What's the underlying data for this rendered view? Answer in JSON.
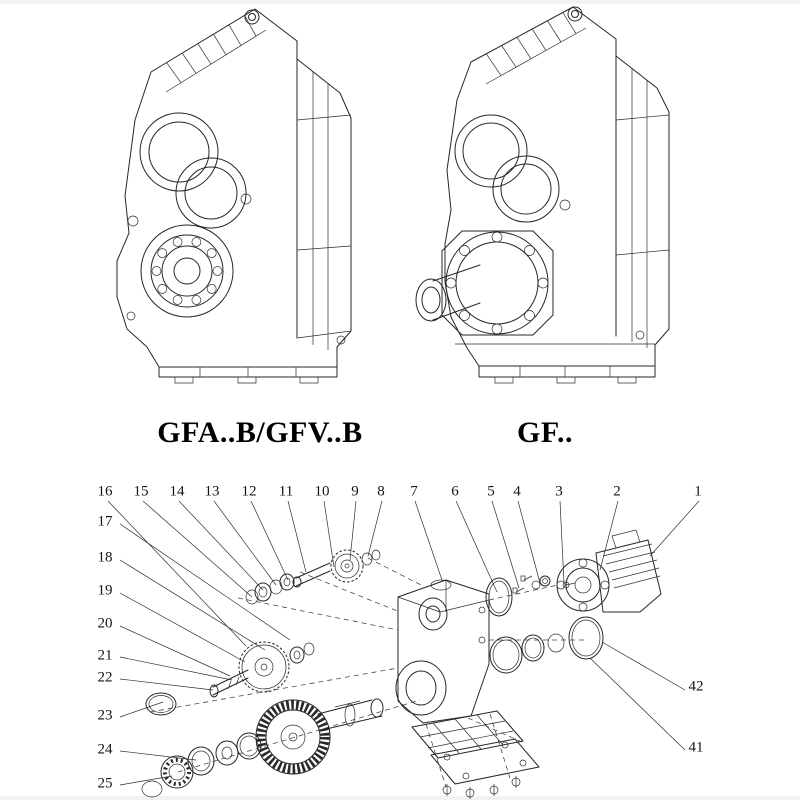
{
  "captions": {
    "left_model": "GFA..B/GFV..B",
    "right_model": "GF.."
  },
  "callouts": {
    "top": [
      "16",
      "15",
      "14",
      "13",
      "12",
      "11",
      "10",
      "9",
      "8",
      "7",
      "6",
      "5",
      "4",
      "3",
      "2",
      "1"
    ],
    "left": [
      "17",
      "18",
      "19",
      "20",
      "21",
      "22",
      "23",
      "24",
      "25"
    ],
    "right": [
      "42",
      "41"
    ]
  },
  "colors": {
    "line": "#262626",
    "background": "#ffffff"
  }
}
